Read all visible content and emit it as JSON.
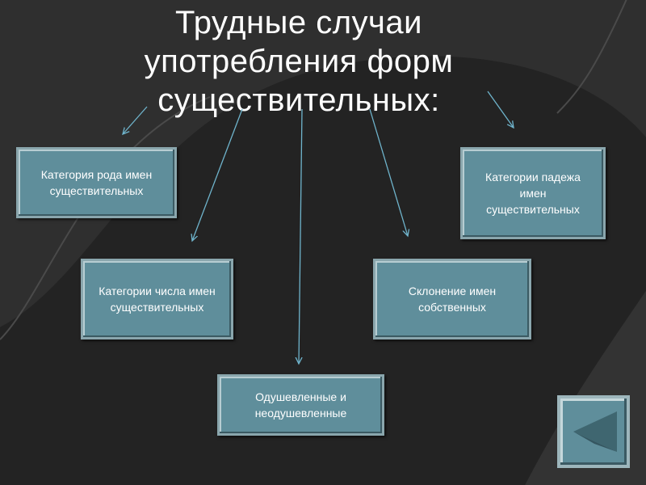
{
  "title": {
    "line1": "Трудные случаи",
    "line2": "употребления форм",
    "line3": "существительных:"
  },
  "boxes": {
    "gender": "Категория рода имен существительных",
    "case": "Категории падежа имен существительных",
    "number": "Категории числа имен существительных",
    "proper": "Склонение имен собственных",
    "animate": "Одушевленные и неодушевленные"
  },
  "nav": {
    "back_icon": "triangle-left-icon"
  },
  "colors": {
    "box_fill": "#5f8e9b",
    "box_border": "#8aa6ad",
    "arrow": "#6fb4cc",
    "background": "#232323"
  }
}
